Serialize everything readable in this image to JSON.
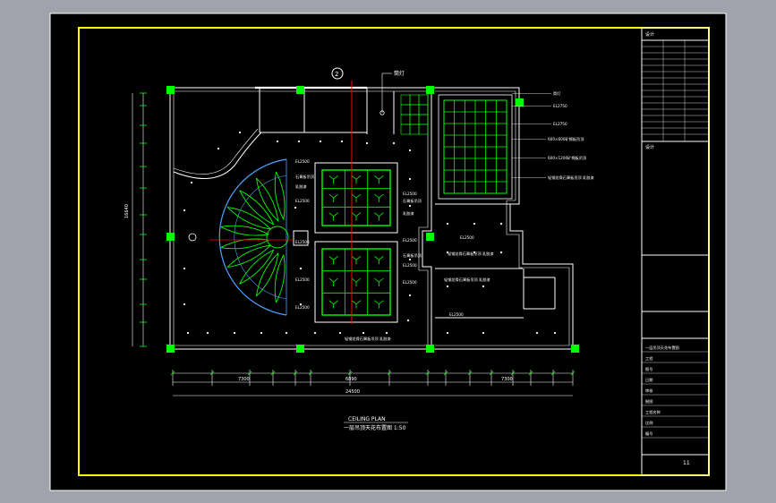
{
  "colors": {
    "background": "#a0a3ac",
    "sheet": "#000000",
    "frame_outer": "#ffffff",
    "frame_inner": "#ffff00",
    "wall": "#ffffff",
    "column": "#00ff00",
    "ceiling_grid": "#00ff00",
    "center_line": "#ff0000",
    "annotation": "#ffffff",
    "leader": "#ffffff",
    "dimension": "#00ff00"
  },
  "icons": [
    "grid-marker-icon",
    "lamp-icon",
    "spotlight-icon"
  ],
  "title_block": {
    "top_label": "设计",
    "company_label": "设计",
    "project_lines": [
      "一层吊顶天花布置图",
      "工程",
      "图号",
      "日期",
      "审核",
      "制图",
      "工程名称",
      "比例",
      "编号"
    ],
    "sheet_number": "11"
  },
  "plan": {
    "label_grid_marker": "2",
    "label_top_right": "筒灯",
    "caption_en": "CEILING PLAN",
    "caption_cn": "一层吊顶天花布置图 1:50",
    "dim_total": "24500",
    "dim_left": "7300",
    "dim_mid": "6890",
    "dim_right": "7300",
    "dim_vertical": "16640"
  },
  "annotations": {
    "left_room": [
      "EL2500",
      "石膏板吊顶",
      "乳胶漆",
      "EL2500",
      "EL2500",
      "EL2500",
      "EL2500"
    ],
    "center_room": [
      "EL2500",
      "石膏板吊顶",
      "乳胶漆",
      "EL2500",
      "石膏板吊顶",
      "EL2500",
      "EL2500",
      "轻钢龙骨石膏板吊顶 乳胶漆"
    ],
    "right_room": [
      "筒灯",
      "EL2750",
      "EL2750",
      "600×600矿棉板吊顶",
      "600×1200矿棉板吊顶",
      "轻钢龙骨石膏板吊顶 乳胶漆"
    ],
    "lower_right": [
      "EL2500",
      "轻钢龙骨石膏板吊顶 乳胶漆",
      "EL2500",
      "轻钢龙骨石膏板吊顶 乳胶漆"
    ]
  }
}
